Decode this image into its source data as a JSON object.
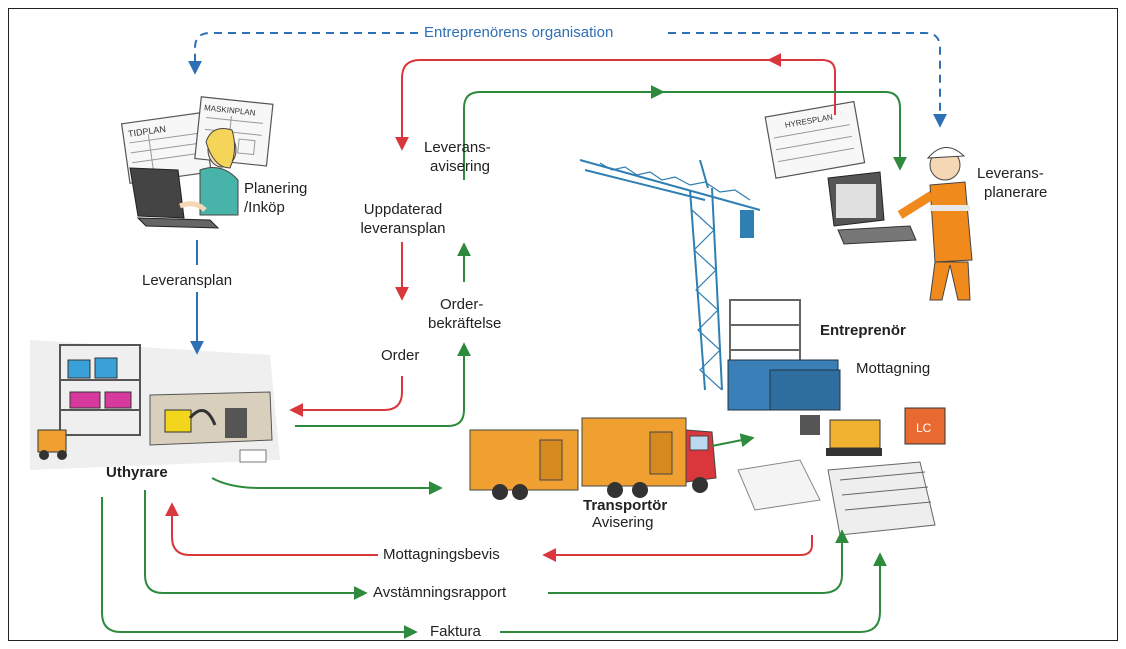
{
  "title": "Entreprenörens organisation",
  "labels": {
    "planering": "Planering",
    "inkop": "/Inköp",
    "leveransplan": "Leveransplan",
    "uppdaterad_1": "Uppdaterad",
    "uppdaterad_2": "leveransplan",
    "order": "Order",
    "leveransavisering_1": "Leverans-",
    "leveransavisering_2": "avisering",
    "orderbekraftelse_1": "Order-",
    "orderbekraftelse_2": "bekräftelse",
    "leveransplanerare_1": "Leverans-",
    "leveransplanerare_2": "planerare",
    "entreprenor": "Entreprenör",
    "mottagning": "Mottagning",
    "uthyrare": "Uthyrare",
    "transportor": "Transportör",
    "avisering": "Avisering",
    "mottagningsbevis": "Mottagningsbevis",
    "avstamningsrapport": "Avstämningsrapport",
    "faktura": "Faktura"
  },
  "illustration_text": {
    "tidplan": "TIDPLAN",
    "maskinplan": "MASKINPLAN",
    "hyresplan": "HYRESPLAN",
    "crate": "LC"
  },
  "colors": {
    "blue": "#2f6fb3",
    "red": "#d9373b",
    "green": "#2e8b3e",
    "orange": "#f0a030",
    "worker": "#f08a1c",
    "container": "#3a7fb8"
  }
}
